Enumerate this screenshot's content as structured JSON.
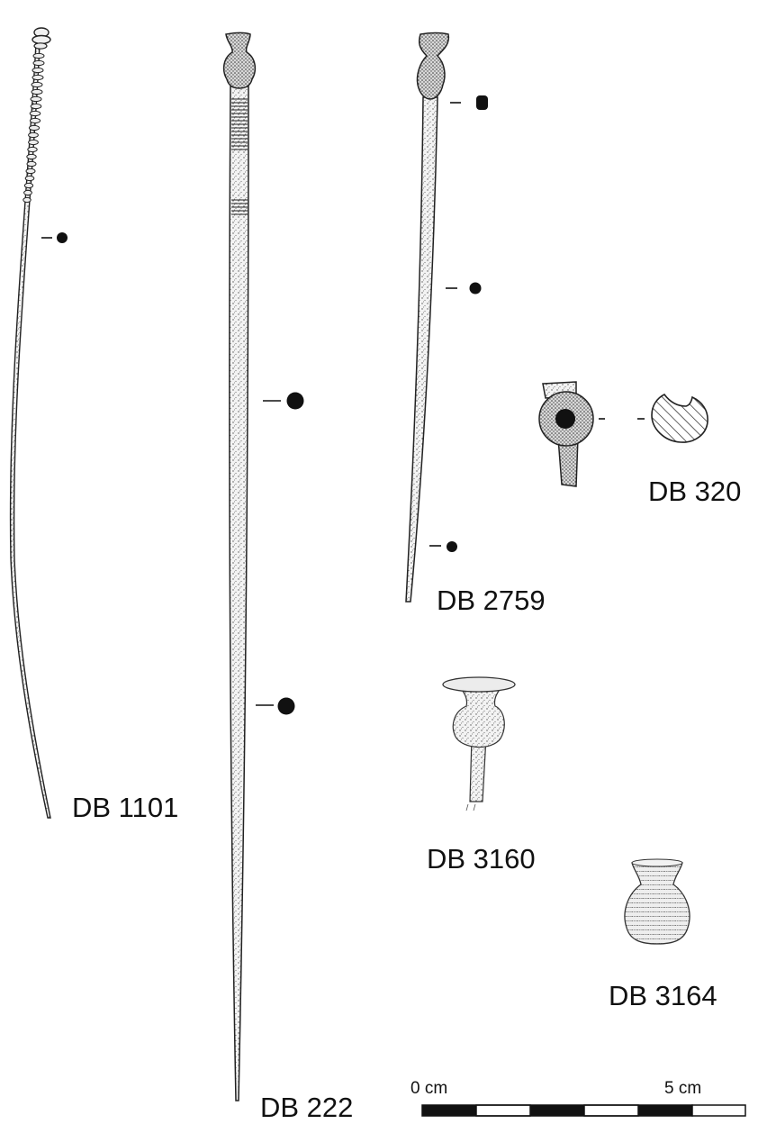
{
  "labels": {
    "db1101": "DB 1101",
    "db222": "DB 222",
    "db2759": "DB 2759",
    "db320": "DB 320",
    "db3160": "DB 3160",
    "db3164": "DB 3164"
  },
  "scale_bar": {
    "start_label": "0 cm",
    "end_label": "5 cm",
    "segments": 6
  },
  "colors": {
    "ink": "#111111",
    "stipple_fill": "#e9e9e9",
    "paper": "#ffffff"
  }
}
